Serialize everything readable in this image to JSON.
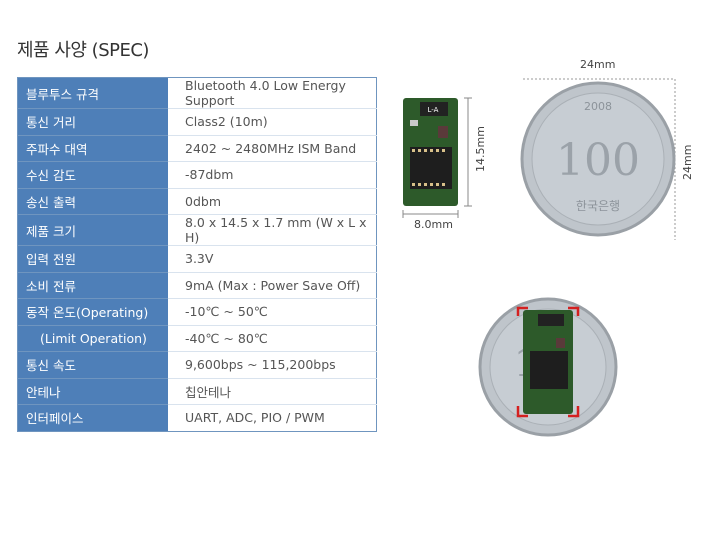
{
  "title": "제품 사양 (SPEC)",
  "specs": [
    {
      "key": "블루투스 규격",
      "value": "Bluetooth 4.0 Low Energy Support"
    },
    {
      "key": "통신 거리",
      "value": "Class2 (10m)"
    },
    {
      "key": "주파수 대역",
      "value": "2402 ~ 2480MHz ISM Band"
    },
    {
      "key": "수신 감도",
      "value": "-87dbm"
    },
    {
      "key": "송신 출력",
      "value": "0dbm"
    },
    {
      "key": "제품 크기",
      "value": "8.0 x 14.5 x 1.7 mm (W x L x H)"
    },
    {
      "key": "입력 전원",
      "value": "3.3V"
    },
    {
      "key": "소비 전류",
      "value": "9mA (Max : Power Save Off)"
    },
    {
      "key": "동작 온도(Operating)",
      "value": "-10℃ ~ 50℃"
    },
    {
      "key": "(Limit Operation)",
      "value": "-40℃ ~ 80℃"
    },
    {
      "key": "통신 속도",
      "value": "9,600bps ~ 115,200bps"
    },
    {
      "key": "안테나",
      "value": "칩안테나"
    },
    {
      "key": "인터페이스",
      "value": "UART, ADC, PIO / PWM"
    }
  ],
  "dimensions": {
    "module_width": "8.0mm",
    "module_length": "14.5mm",
    "coin_width": "24mm",
    "coin_height": "24mm"
  },
  "module_label": "L-A",
  "coin": {
    "year": "2008",
    "value": "100",
    "country": "한국은행"
  }
}
